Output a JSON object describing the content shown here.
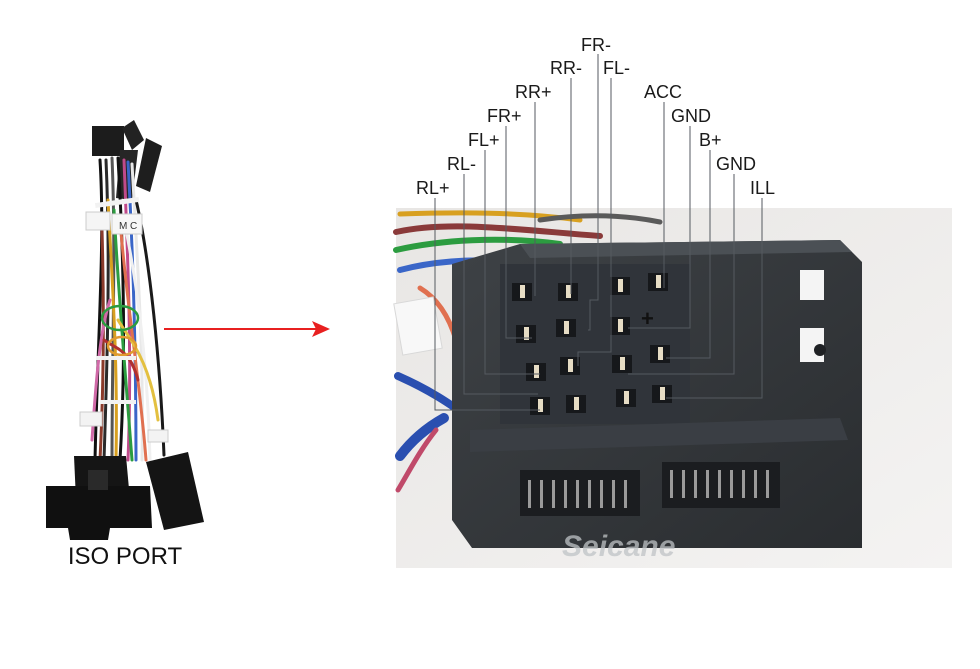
{
  "harness_caption": "ISO PORT",
  "harness_tags": [
    "M",
    "C"
  ],
  "watermark": "Seicane",
  "arrow_color": "#e82020",
  "pin_labels": [
    "FR-",
    "RR-",
    "FL-",
    "RR+",
    "ACC",
    "FR+",
    "GND",
    "FL+",
    "B+",
    "RL-",
    "GND",
    "RL+",
    "ILL"
  ],
  "connector_mark": "+"
}
